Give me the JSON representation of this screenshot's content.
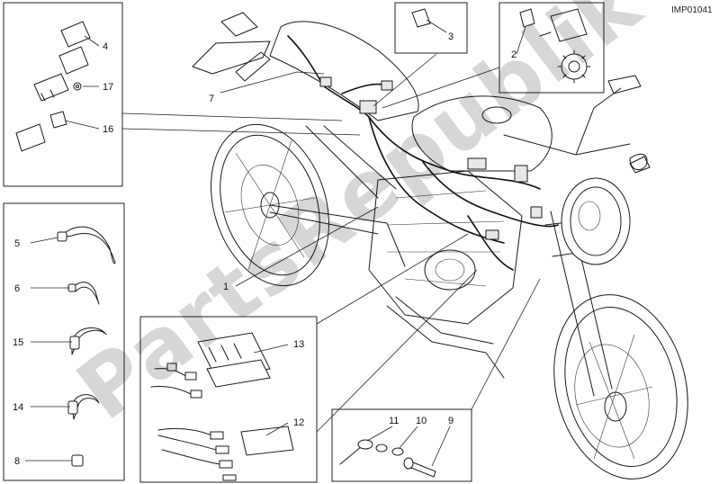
{
  "image_code": "IMP01041",
  "watermark": "PartsRepublik",
  "parts": [
    {
      "label": "1"
    },
    {
      "label": "3"
    },
    {
      "label": "2"
    },
    {
      "label": "4"
    },
    {
      "label": "17"
    },
    {
      "label": "16"
    },
    {
      "label": "7"
    },
    {
      "label": "5"
    },
    {
      "label": "6"
    },
    {
      "label": "15"
    },
    {
      "label": "14"
    },
    {
      "label": "8"
    },
    {
      "label": "13"
    },
    {
      "label": "12"
    },
    {
      "label": "11"
    },
    {
      "label": "10"
    },
    {
      "label": "9"
    }
  ]
}
